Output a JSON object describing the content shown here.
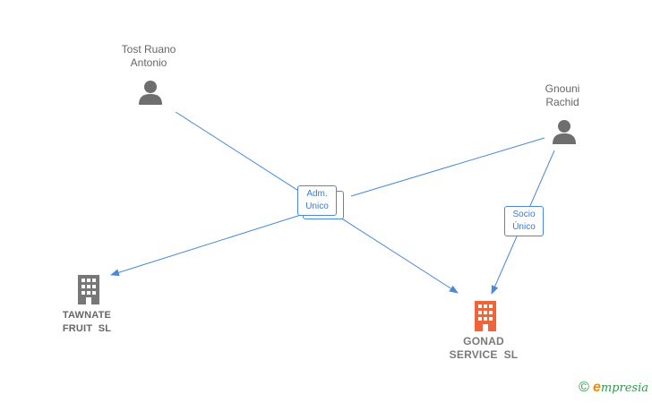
{
  "people": [
    {
      "id": "tost",
      "name_line1": "Tost Ruano",
      "name_line2": "Antonio",
      "icon": "person-icon"
    },
    {
      "id": "gnouni",
      "name_line1": "Gnouni",
      "name_line2": "Rachid",
      "icon": "person-icon"
    }
  ],
  "companies": [
    {
      "id": "tawnate",
      "name": "TAWNATE\nFRUIT  SL",
      "icon": "building-icon",
      "color": "#777777"
    },
    {
      "id": "gonad",
      "name": "GONAD\nSERVICE  SL",
      "icon": "building-icon",
      "color": "#f0643a"
    }
  ],
  "edge_labels": {
    "adm_unico": {
      "line1": "Adm.",
      "line2": "Unico"
    },
    "socio_unico": {
      "line1": "Socio",
      "line2": "Único"
    }
  },
  "colors": {
    "edge": "#4a89d6",
    "person": "#6e6e6e",
    "main_company": "#f0643a",
    "company": "#777777"
  },
  "brand": {
    "copyright": "©",
    "e": "e",
    "rest": "mpresia"
  }
}
